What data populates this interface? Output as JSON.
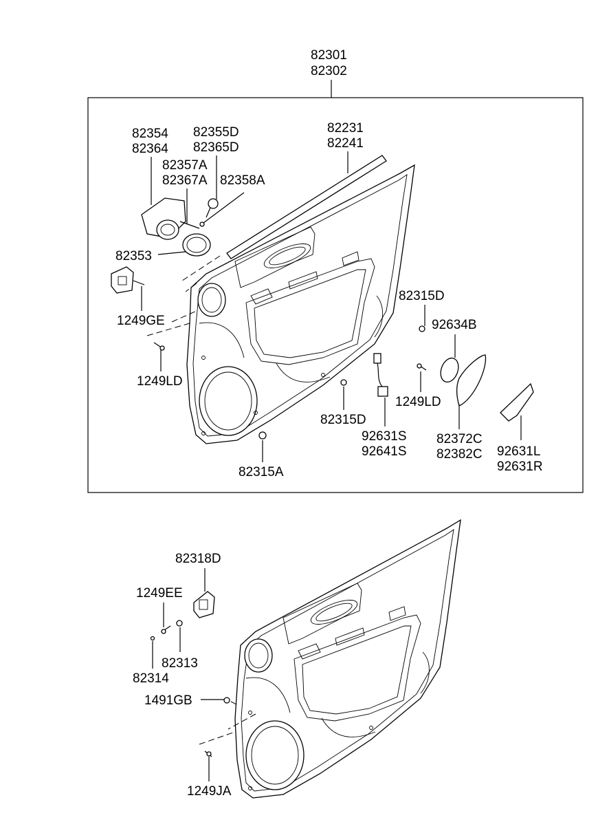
{
  "diagram": {
    "assembly_labels": [
      "82301",
      "82302"
    ],
    "upper_parts": [
      {
        "id": "handle-housing",
        "lines": [
          "82354",
          "82364"
        ]
      },
      {
        "id": "handle-cover",
        "lines": [
          "82355D",
          "82365D"
        ]
      },
      {
        "id": "handle-rod",
        "lines": [
          "82357A",
          "82367A"
        ]
      },
      {
        "id": "handle-clip",
        "lines": [
          "82358A"
        ]
      },
      {
        "id": "weatherstrip",
        "lines": [
          "82231",
          "82241"
        ]
      },
      {
        "id": "handle-ring",
        "lines": [
          "82353"
        ]
      },
      {
        "id": "bracket-screw",
        "lines": [
          "1249GE"
        ]
      },
      {
        "id": "panel-screw-left",
        "lines": [
          "1249LD"
        ]
      },
      {
        "id": "clip-upper-right",
        "lines": [
          "82315D"
        ]
      },
      {
        "id": "lamp-lens",
        "lines": [
          "92634B"
        ]
      },
      {
        "id": "panel-screw-right",
        "lines": [
          "1249LD"
        ]
      },
      {
        "id": "clip-lower-mid",
        "lines": [
          "82315D"
        ]
      },
      {
        "id": "lamp-wiring",
        "lines": [
          "92631S",
          "92641S"
        ]
      },
      {
        "id": "speaker-grille",
        "lines": [
          "82372C",
          "82382C"
        ]
      },
      {
        "id": "lamp-assy",
        "lines": [
          "92631L",
          "92631R"
        ]
      },
      {
        "id": "clip-bottom",
        "lines": [
          "82315A"
        ]
      }
    ],
    "lower_parts": [
      {
        "id": "pull-bracket",
        "lines": [
          "82318D"
        ]
      },
      {
        "id": "bracket-screw-lower",
        "lines": [
          "1249EE"
        ]
      },
      {
        "id": "grommet",
        "lines": [
          "82313"
        ]
      },
      {
        "id": "cap",
        "lines": [
          "82314"
        ]
      },
      {
        "id": "fastener",
        "lines": [
          "1491GB"
        ]
      },
      {
        "id": "screw-bottom",
        "lines": [
          "1249JA"
        ]
      }
    ]
  }
}
